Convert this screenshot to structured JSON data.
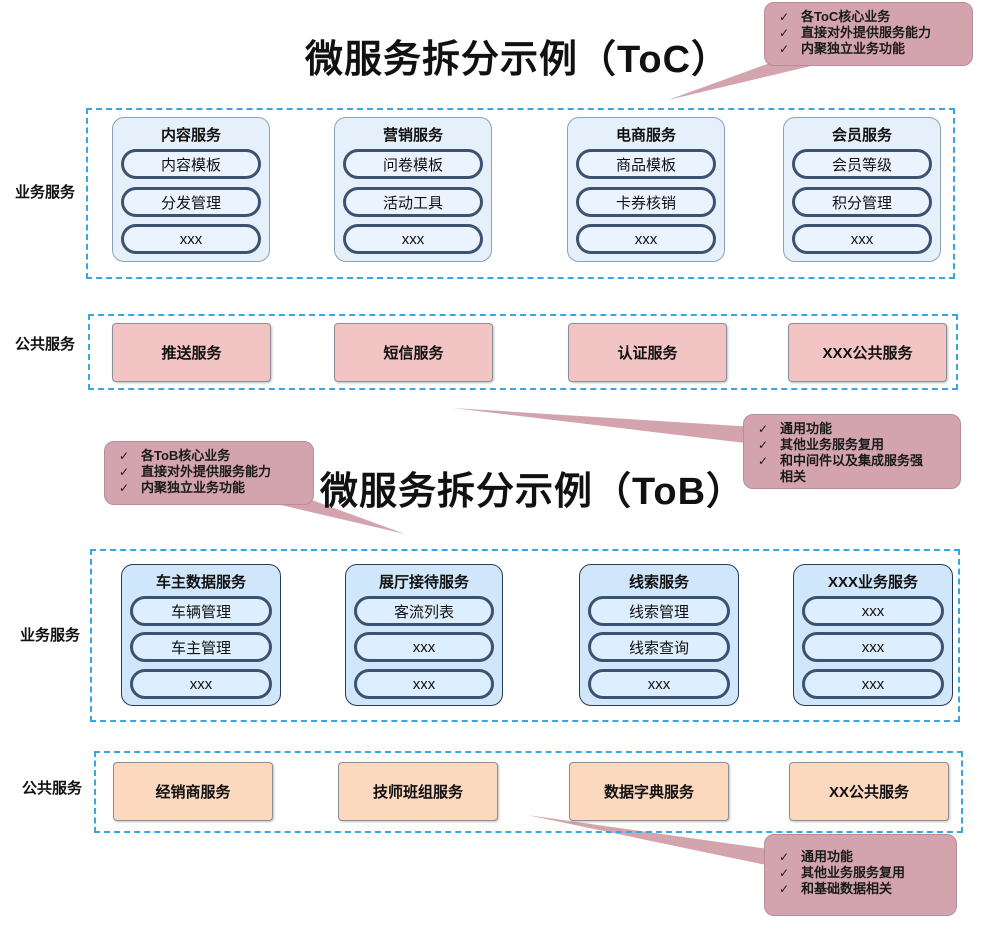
{
  "toc": {
    "title": "微服务拆分示例（ToC）",
    "biz_label": "业务服务",
    "pub_label": "公共服务",
    "cards": [
      {
        "title": "内容服务",
        "items": [
          "内容模板",
          "分发管理",
          "xxx"
        ]
      },
      {
        "title": "营销服务",
        "items": [
          "问卷模板",
          "活动工具",
          "xxx"
        ]
      },
      {
        "title": "电商服务",
        "items": [
          "商品模板",
          "卡券核销",
          "xxx"
        ]
      },
      {
        "title": "会员服务",
        "items": [
          "会员等级",
          "积分管理",
          "xxx"
        ]
      }
    ],
    "public": [
      "推送服务",
      "短信服务",
      "认证服务",
      "XXX公共服务"
    ],
    "callout_biz": [
      "各ToC核心业务",
      "直接对外提供服务能力",
      "内聚独立业务功能"
    ],
    "callout_pub": [
      "通用功能",
      "其他业务服务复用",
      "和中间件以及集成服务强",
      "相关"
    ]
  },
  "tob": {
    "title": "微服务拆分示例（ToB）",
    "biz_label": "业务服务",
    "pub_label": "公共服务",
    "cards": [
      {
        "title": "车主数据服务",
        "items": [
          "车辆管理",
          "车主管理",
          "xxx"
        ]
      },
      {
        "title": "展厅接待服务",
        "items": [
          "客流列表",
          "xxx",
          "xxx"
        ]
      },
      {
        "title": "线索服务",
        "items": [
          "线索管理",
          "线索查询",
          "xxx"
        ]
      },
      {
        "title": "XXX业务服务",
        "items": [
          "xxx",
          "xxx",
          "xxx"
        ]
      }
    ],
    "public": [
      "经销商服务",
      "技师班组服务",
      "数据字典服务",
      "XX公共服务"
    ],
    "callout_biz": [
      "各ToB核心业务",
      "直接对外提供服务能力",
      "内聚独立业务功能"
    ],
    "callout_pub": [
      "通用功能",
      "其他业务服务复用",
      "和基础数据相关"
    ]
  },
  "check_mark": "✓",
  "colors": {
    "dashed_border": "#3aa6e0",
    "toc_card": "#e6f0fb",
    "tob_card": "#cfe6fb",
    "toc_public": "#f2c4c4",
    "tob_public": "#fcd8bf",
    "callout": "#d3a4ae",
    "pill_border": "#3d5170"
  }
}
